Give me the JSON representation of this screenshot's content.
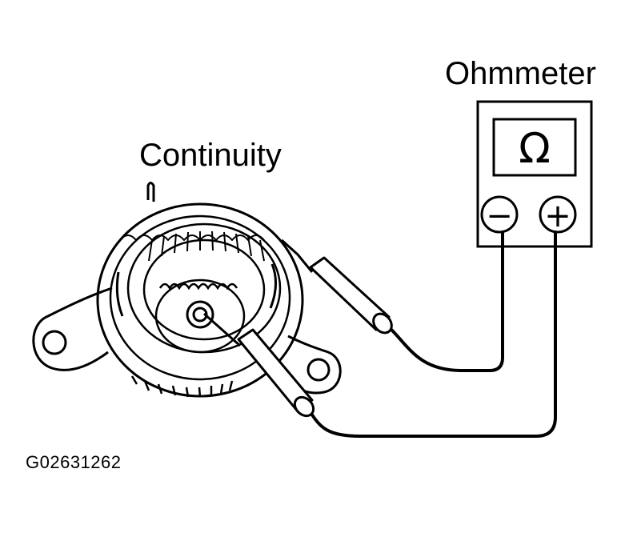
{
  "labels": {
    "meter": "Ohmmeter",
    "test": "Continuity",
    "figure_code": "G02631262"
  },
  "meter": {
    "display_symbol": "Ω",
    "negative_terminal": "−",
    "positive_terminal": "+"
  },
  "colors": {
    "ink": "#000000",
    "background": "#ffffff"
  }
}
